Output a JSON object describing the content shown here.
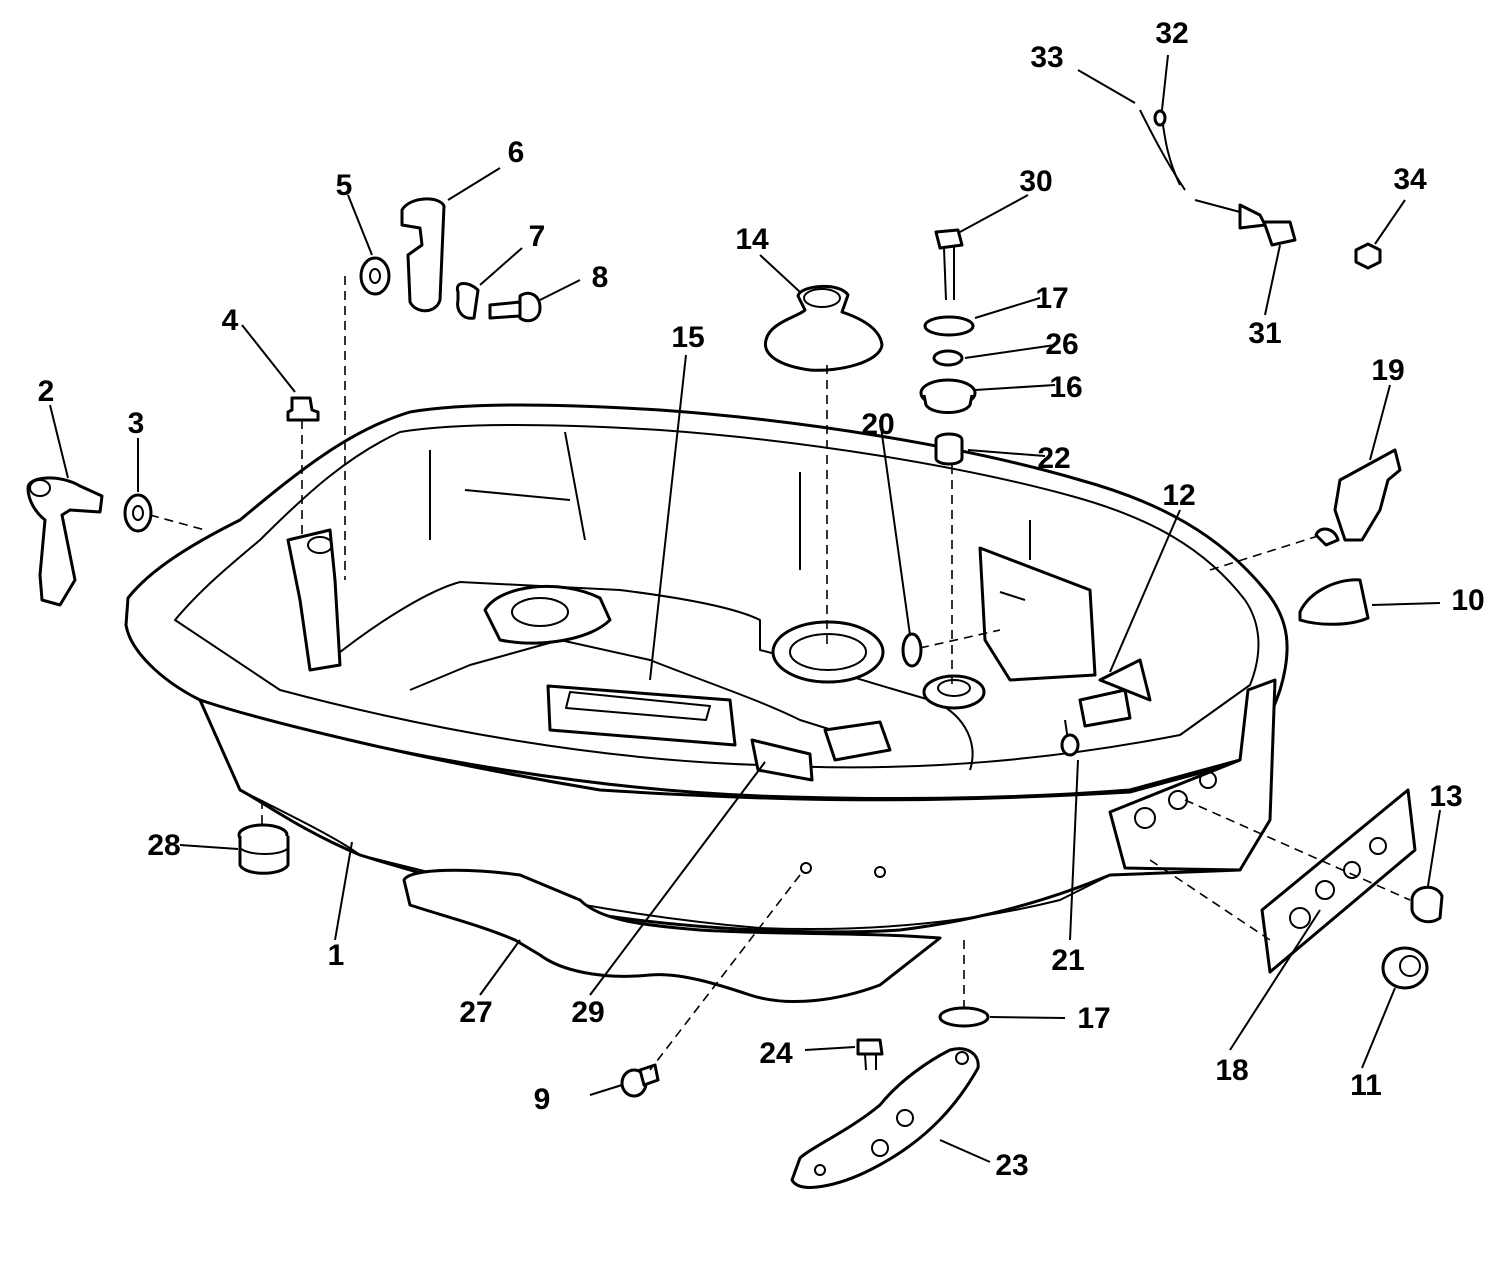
{
  "callouts": [
    "1",
    "2",
    "3",
    "4",
    "5",
    "6",
    "7",
    "8",
    "9",
    "10",
    "11",
    "12",
    "13",
    "14",
    "15",
    "16",
    "17",
    "17",
    "18",
    "19",
    "20",
    "21",
    "22",
    "23",
    "24",
    "26",
    "27",
    "28",
    "29",
    "30",
    "31",
    "32",
    "33",
    "34"
  ]
}
